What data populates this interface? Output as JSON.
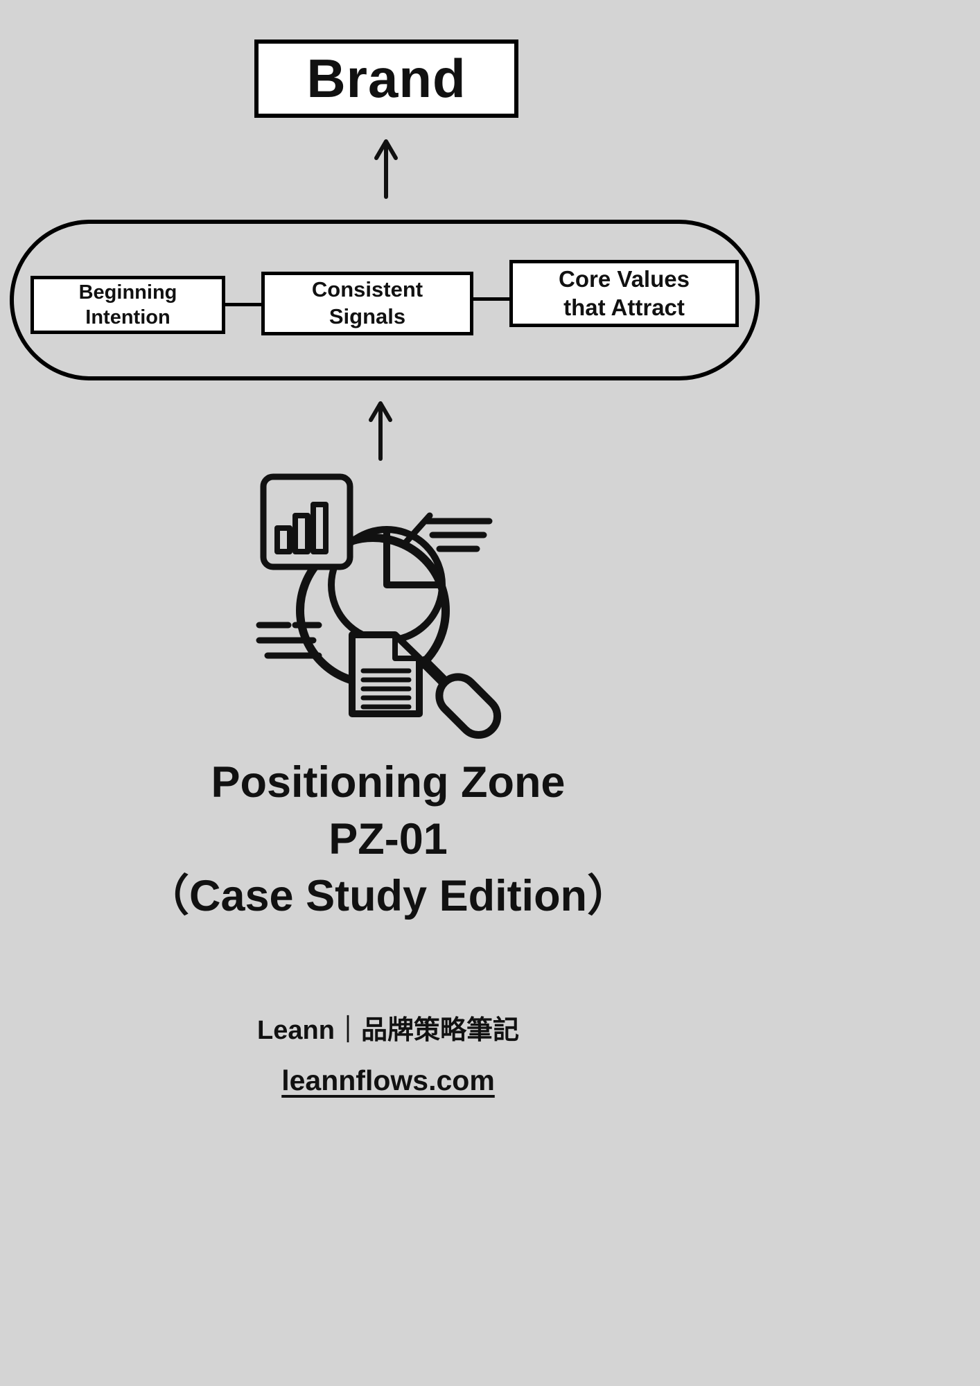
{
  "page": {
    "background": "#d4d4d4",
    "ink": "#111111",
    "box_fill": "#ffffff"
  },
  "brand_box": {
    "label": "Brand"
  },
  "pipeline": {
    "items": [
      {
        "lines": [
          "Beginning",
          "Intention"
        ]
      },
      {
        "lines": [
          "Consistent",
          "Signals"
        ]
      },
      {
        "lines": [
          "Core Values",
          "that Attract"
        ]
      }
    ]
  },
  "title": {
    "line1": "Positioning Zone",
    "line2": "PZ-01",
    "line3": "（Case Study Edition）"
  },
  "footer": {
    "byline": "Leann｜品牌策略筆記",
    "site": "leannflows.com"
  },
  "icons": {
    "arrow_up": "arrow-up-icon",
    "analysis": "analysis-magnifier-icon"
  }
}
